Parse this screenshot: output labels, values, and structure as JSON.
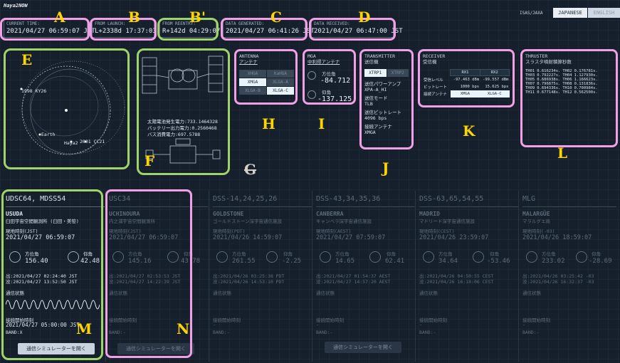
{
  "app": {
    "title": "Haya2NOW",
    "org": "ISAS/JAXA",
    "lang_ja": "JAPANESE",
    "lang_en": "ENGLISH"
  },
  "header": {
    "current_label": "CURRENT TIME:",
    "current_value": "2021/04/27 06:59:07 JST",
    "launch_label": "FROM LAUNCH:",
    "launch_value": "L+2338d 17:37:03",
    "reentry_label": "FROM REENTRY:",
    "reentry_value": "R+142d 04:29:07",
    "generated_label": "DATA GENERATED:",
    "generated_value": "2021/04/27 06:41:26 JST",
    "received_label": "DATA RECEIVED:",
    "received_value": "2021/04/27 06:47:00 JST"
  },
  "letters": {
    "A": "A",
    "B": "B",
    "Bp": "B'",
    "C": "C",
    "D": "D",
    "E": "E",
    "F": "F",
    "G": "G",
    "H": "H",
    "I": "I",
    "J": "J",
    "K": "K",
    "L": "L",
    "M": "M",
    "N": "N"
  },
  "orbit": {
    "label_1998": "1998 KY26",
    "label_earth": "Earth",
    "label_haya": "Haya2",
    "label_2001": "2001 CC21"
  },
  "spacecraft": {
    "solar": "太陽電池発生電力:733.1464328",
    "battery": "バッテリー出力電力:0.2560468",
    "bus": "バス消費電力:697.5788"
  },
  "antenna": {
    "title_en": "ANTENNA",
    "title_ja": "アンテナ",
    "cells": [
      "XHGA",
      "KaHGA",
      "XMGA",
      "XLGA-A",
      "XLGA-B",
      "XLGA-C"
    ]
  },
  "mga": {
    "title_en": "MGA",
    "title_ja": "中利得アンテナ",
    "az_label": "方位角",
    "az_value": "-84.712",
    "el_label": "仰角",
    "el_value": "-137.125"
  },
  "transmitter": {
    "title_en": "TRANSMITTER",
    "title_ja": "送信機",
    "tab1": "XTRP1",
    "tab2": "XTRP2",
    "power_label": "送信パワーアンプ",
    "power_value": "XPA-A_HI",
    "mode_label": "送信モード",
    "mode_value": "TLB",
    "bitrate_label": "送信ビットレート",
    "bitrate_value": "4096 bps",
    "antenna_label": "接続アンテナ",
    "antenna_value": "XMGA"
  },
  "receiver": {
    "title_en": "RECEIVER",
    "title_ja": "受信機",
    "col1": "RX1",
    "col2": "RX2",
    "rows": [
      {
        "label": "受信レベル",
        "v1": "-97.463 dBm",
        "v2": "-99.557 dBm"
      },
      {
        "label": "ビットレート",
        "v1": "1000 bps",
        "v2": "15.625 bps"
      },
      {
        "label": "接続アンテナ",
        "v1": "XMGA",
        "v2": "XLGA-C"
      }
    ]
  },
  "thruster": {
    "title_en": "THRUSTER",
    "title_ja": "スラスタ噴射積算秒数",
    "rows": [
      [
        "TH01",
        "0.616234s.",
        "TH02",
        "0.176781s."
      ],
      [
        "TH03",
        "0.792227s.",
        "TH04",
        "1.127930s."
      ],
      [
        "TH05",
        "0.686938s.",
        "TH06",
        "1.166623s."
      ],
      [
        "TH07",
        "0.796875s.",
        "TH08",
        "0.131836s."
      ],
      [
        "TH09",
        "0.694336s.",
        "TH10",
        "0.700984s."
      ],
      [
        "TH11",
        "0.677148s.",
        "TH12",
        "0.562500s."
      ]
    ]
  },
  "stations": [
    {
      "title": "UDSC64, MDSS54",
      "name": "USUDA",
      "sub": "臼田宇宙空間観測所 (臼田・美笹)",
      "time_label": "現地時刻(JST)",
      "time": "2021/04/27 06:59:07",
      "az_label": "方位角",
      "az": "156.40",
      "el_label": "仰角",
      "el": "42.48",
      "rise": "出:2021/04/27 02:24:40 JST",
      "set": "没:2021/04/27 13:52:50 JST",
      "comm_label": "通信状態",
      "start_label": "接続開始時刻",
      "start": "2021/04/27 05:00:00 JST",
      "band": "BAND:X",
      "btn": "通信シミュレーターを開く"
    },
    {
      "title": "USC34",
      "name": "UCHINOURA",
      "sub": "内之浦宇宙空間観測所",
      "time_label": "現地時刻(JST)",
      "time": "2021/04/27 06:59:07",
      "az_label": "方位角",
      "az": "145.16",
      "el_label": "仰角",
      "el": "43.78",
      "rise": "出:2021/04/27 02:53:53 JST",
      "set": "没:2021/04/27 14:22:39 JST",
      "comm_label": "通信状態",
      "start_label": "接続開始時刻",
      "start": "-",
      "band": "BAND:-",
      "btn": "通信シミュレーターを開く"
    },
    {
      "title": "DSS-14,24,25,26",
      "name": "GOLDSTONE",
      "sub": "ゴールドストーン深宇宙通信施設",
      "time_label": "現地時刻(PDT)",
      "time": "2021/04/26 14:59:07",
      "az_label": "方位角",
      "az": "261.55",
      "el_label": "仰角",
      "el": "-2.25",
      "rise": "出:2021/04/26 03:25:38 PDT",
      "set": "没:2021/04/26 14:53:10 PDT",
      "comm_label": "通信状態",
      "start_label": "接続開始時刻",
      "start": "-",
      "band": "BAND:-",
      "btn": ""
    },
    {
      "title": "DSS-43,34,35,36",
      "name": "CANBERRA",
      "sub": "キャンベラ深宇宙通信施設",
      "time_label": "現地時刻(AEST)",
      "time": "2021/04/27 07:59:07",
      "az_label": "方位角",
      "az": "14.65",
      "el_label": "仰角",
      "el": "62.41",
      "rise": "出:2021/04/27 01:54:37 AEST",
      "set": "没:2021/04/27 14:57:20 AEST",
      "comm_label": "通信状態",
      "start_label": "接続開始時刻",
      "start": "-",
      "band": "BAND:-",
      "btn": "通信シミュレーターを開く"
    },
    {
      "title": "DSS-63,65,54,55",
      "name": "MADRID",
      "sub": "マドリード深宇宙通信施設",
      "time_label": "現地時刻(CEST)",
      "time": "2021/04/26 23:59:07",
      "az_label": "方位角",
      "az": "34.64",
      "el_label": "仰角",
      "el": "-53.46",
      "rise": "出:2021/04/26 04:50:55 CEST",
      "set": "没:2021/04/26 16:18:06 CEST",
      "comm_label": "通信状態",
      "start_label": "接続開始時刻",
      "start": "-",
      "band": "BAND:-",
      "btn": ""
    },
    {
      "title": "MLG",
      "name": "MALARGÜE",
      "sub": "マラルグエ局",
      "time_label": "現地時刻(-03)",
      "time": "2021/04/26 18:59:07",
      "az_label": "方位角",
      "az": "233.02",
      "el_label": "仰角",
      "el": "-28.69",
      "rise": "出:2021/04/26 03:25:42 -03",
      "set": "没:2021/04/26 16:32:37 -03",
      "comm_label": "通信状態",
      "start_label": "接続開始時刻",
      "start": "-",
      "band": "BAND:-",
      "btn": ""
    }
  ]
}
